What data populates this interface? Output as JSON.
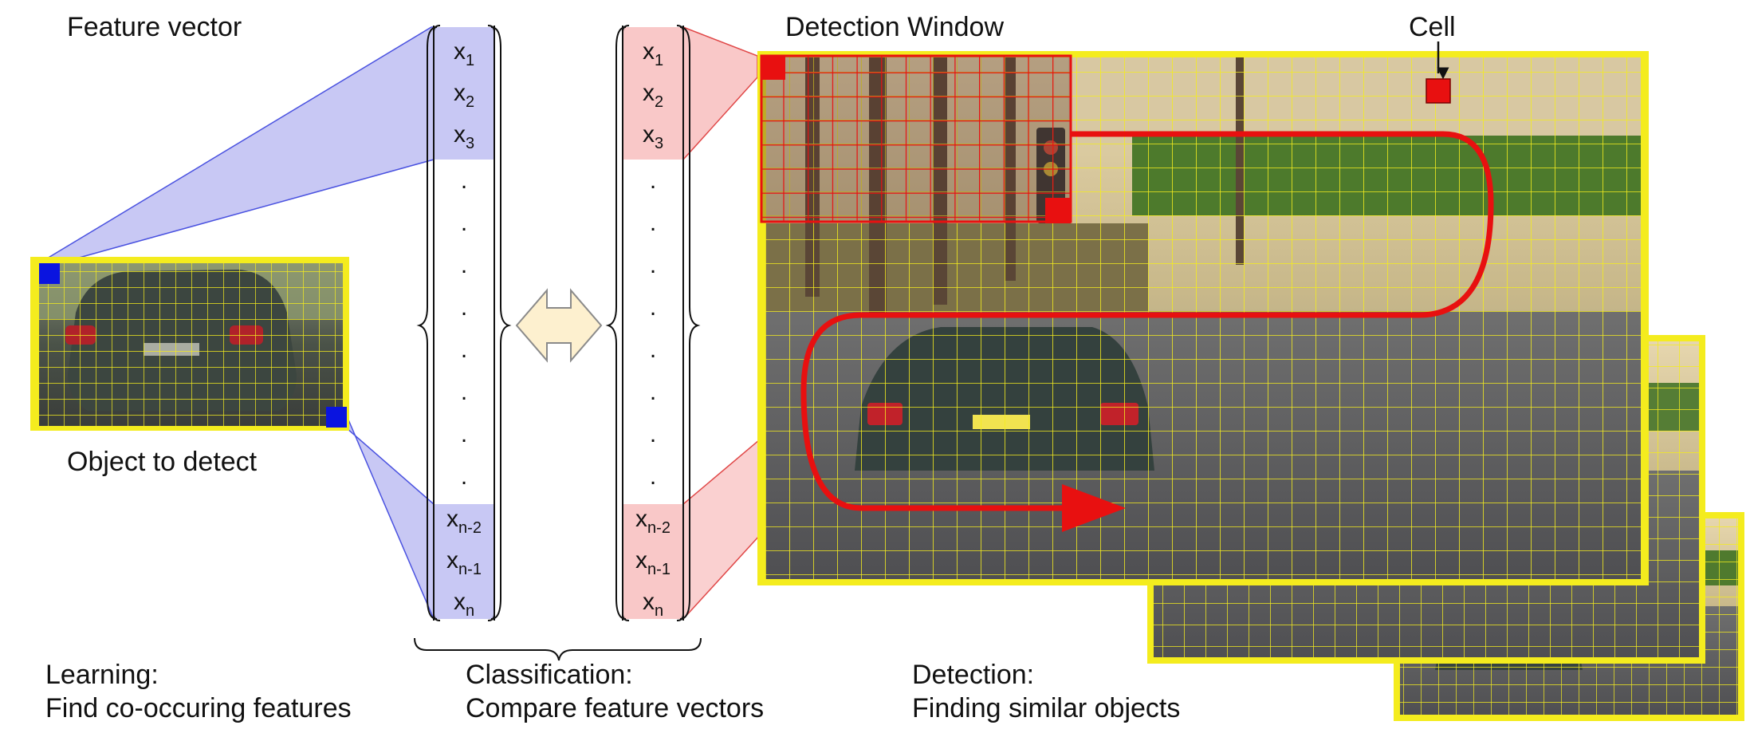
{
  "labels": {
    "feature_vector": "Feature vector",
    "object_to_detect": "Object to detect",
    "detection_window": "Detection Window",
    "cell": "Cell",
    "learning_title": "Learning:",
    "learning_sub": "Find co-occuring features",
    "classification_title": "Classification:",
    "classification_sub": "Compare feature vectors",
    "detection_title": "Detection:",
    "detection_sub": "Finding similar objects"
  },
  "vector": {
    "top": [
      {
        "base": "x",
        "sub": "1"
      },
      {
        "base": "x",
        "sub": "2"
      },
      {
        "base": "x",
        "sub": "3"
      }
    ],
    "dots": [
      ".",
      ".",
      ".",
      ".",
      ".",
      ".",
      ".",
      "."
    ],
    "bottom": [
      {
        "base": "x",
        "sub": "n-2"
      },
      {
        "base": "x",
        "sub": "n-1"
      },
      {
        "base": "x",
        "sub": "n"
      }
    ]
  },
  "colors": {
    "blue_fill": "#c8c8f4",
    "blue_line": "#4a52e0",
    "pink_fill": "#f9c8c8",
    "pink_line": "#e04848",
    "yellow": "#f4ec1e",
    "red": "#e81010",
    "arrow_fill": "#fdf0cf"
  },
  "icons": [
    "double-arrow-icon",
    "down-arrow-icon",
    "sliding-path-arrow-icon"
  ]
}
